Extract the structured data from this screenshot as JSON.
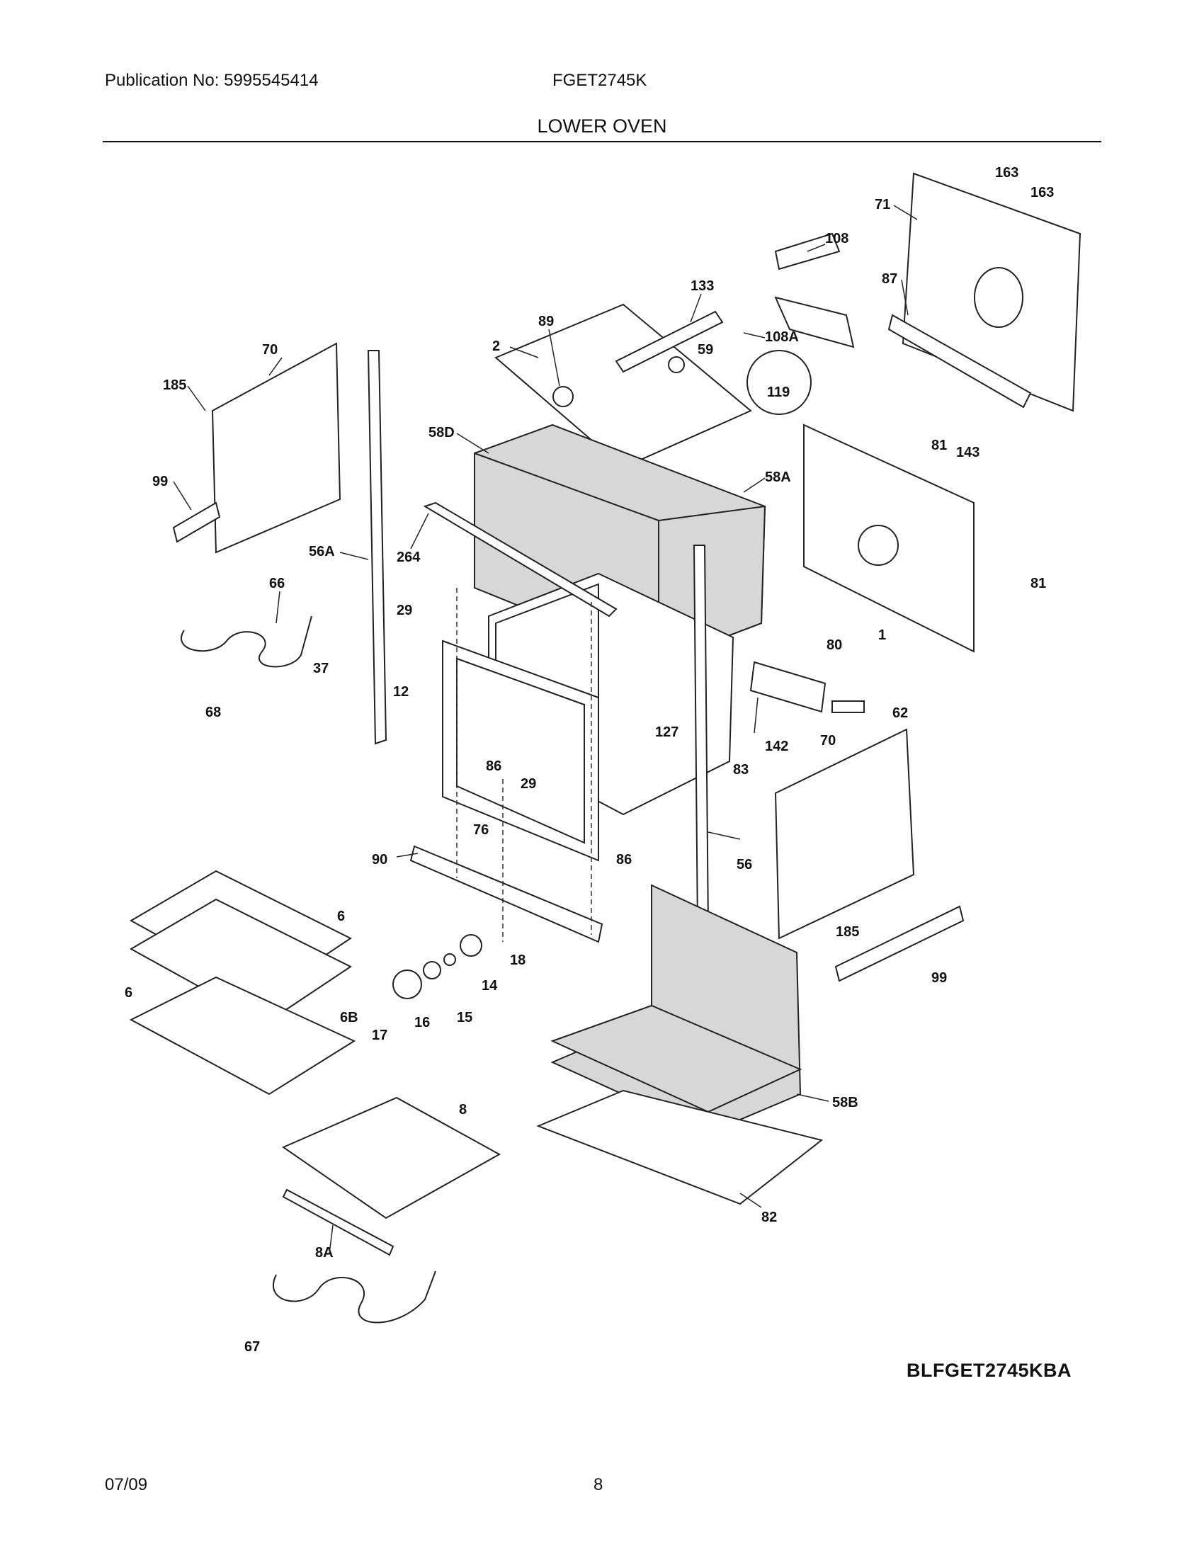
{
  "header": {
    "publication": "Publication No: 5995545414",
    "model": "FGET2745K",
    "section_title": "LOWER OVEN"
  },
  "footer": {
    "date": "07/09",
    "page": "8",
    "diagram_code": "BLFGET2745KBA"
  },
  "callouts": [
    "163",
    "163",
    "71",
    "108",
    "87",
    "133",
    "89",
    "2",
    "59",
    "108A",
    "119",
    "70",
    "185",
    "58D",
    "81",
    "143",
    "58A",
    "99",
    "264",
    "56A",
    "66",
    "81",
    "29",
    "80",
    "1",
    "12",
    "62",
    "37",
    "127",
    "142",
    "70",
    "68",
    "86",
    "29",
    "83",
    "76",
    "90",
    "86",
    "56",
    "6",
    "185",
    "18",
    "99",
    "6",
    "14",
    "6B",
    "16",
    "15",
    "17",
    "58B",
    "8",
    "82",
    "8A",
    "67"
  ]
}
